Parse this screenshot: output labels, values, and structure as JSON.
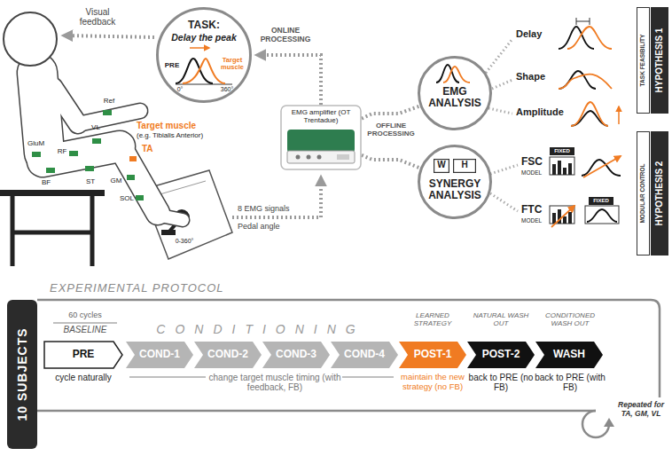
{
  "diagram": {
    "nodes": [
      {
        "text": [
          "TASK:",
          "Delay the peak"
        ]
      },
      {
        "text": [
          "EMG amplifier (OT Trentadue)"
        ]
      },
      {
        "text": [
          "EMG ANALYSIS"
        ]
      },
      {
        "text": [
          "SYNERGY ANALYSIS"
        ]
      },
      {
        "text": [
          "W"
        ],
        "in": 3
      },
      {
        "text": [
          "H"
        ],
        "in": 3
      },
      {
        "text": [
          "HYPOTHESIS 1",
          "TASK FEASIBILITY"
        ]
      },
      {
        "text": [
          "HYPOTHESIS 2",
          "MODULAR CONTROL"
        ]
      },
      {
        "text": [
          "EXPERIMENTAL PROTOCOL"
        ]
      },
      {
        "text": [
          "10 SUBJECTS"
        ],
        "in": 8
      },
      {
        "text": [
          "PRE"
        ],
        "in": 8
      },
      {
        "text": [
          "COND-1"
        ],
        "in": 8
      },
      {
        "text": [
          "COND-2"
        ],
        "in": 8
      },
      {
        "text": [
          "COND-3"
        ],
        "in": 8
      },
      {
        "text": [
          "COND-4"
        ],
        "in": 8
      },
      {
        "text": [
          "POST-1"
        ],
        "in": 8
      },
      {
        "text": [
          "POST-2"
        ],
        "in": 8
      },
      {
        "text": [
          "WASH"
        ],
        "in": 8
      }
    ],
    "edges": [
      {
        "from": 1,
        "to": 0,
        "arrow": "to",
        "label": "ONLINE PROCESSING"
      },
      {
        "from": 1,
        "to": 2,
        "arrow": "none",
        "label": "OFFLINE PROCESSING"
      },
      {
        "from": 1,
        "to": 3,
        "arrow": "none"
      }
    ],
    "labels": [
      "Visual feedback",
      "Ref",
      "Target muscle",
      "(e.g. Tibialis Anterior)",
      "TA",
      "GluM",
      "RF",
      "VL",
      "BF",
      "ST",
      "GM",
      "SOL",
      "0-360°",
      "8 EMG signals",
      "Pedal angle",
      "PRE",
      "Target muscle",
      "0°",
      "360°",
      "Delay",
      "Shape",
      "Amplitude",
      "FSC",
      "MODEL",
      "FIXED",
      "FTC",
      "MODEL",
      "FIXED",
      "60 cycles",
      "BASELINE",
      "CONDITIONING",
      "LEARNED STRATEGY",
      "NATURAL WASH OUT",
      "CONDITIONED WASH OUT",
      "cycle naturally",
      "change target muscle timing (with feedback, FB)",
      "maintain the new strategy (no FB)",
      "back to PRE (no FB)",
      "back to PRE (with FB)",
      "Repeated for TA, GM, VL"
    ]
  }
}
